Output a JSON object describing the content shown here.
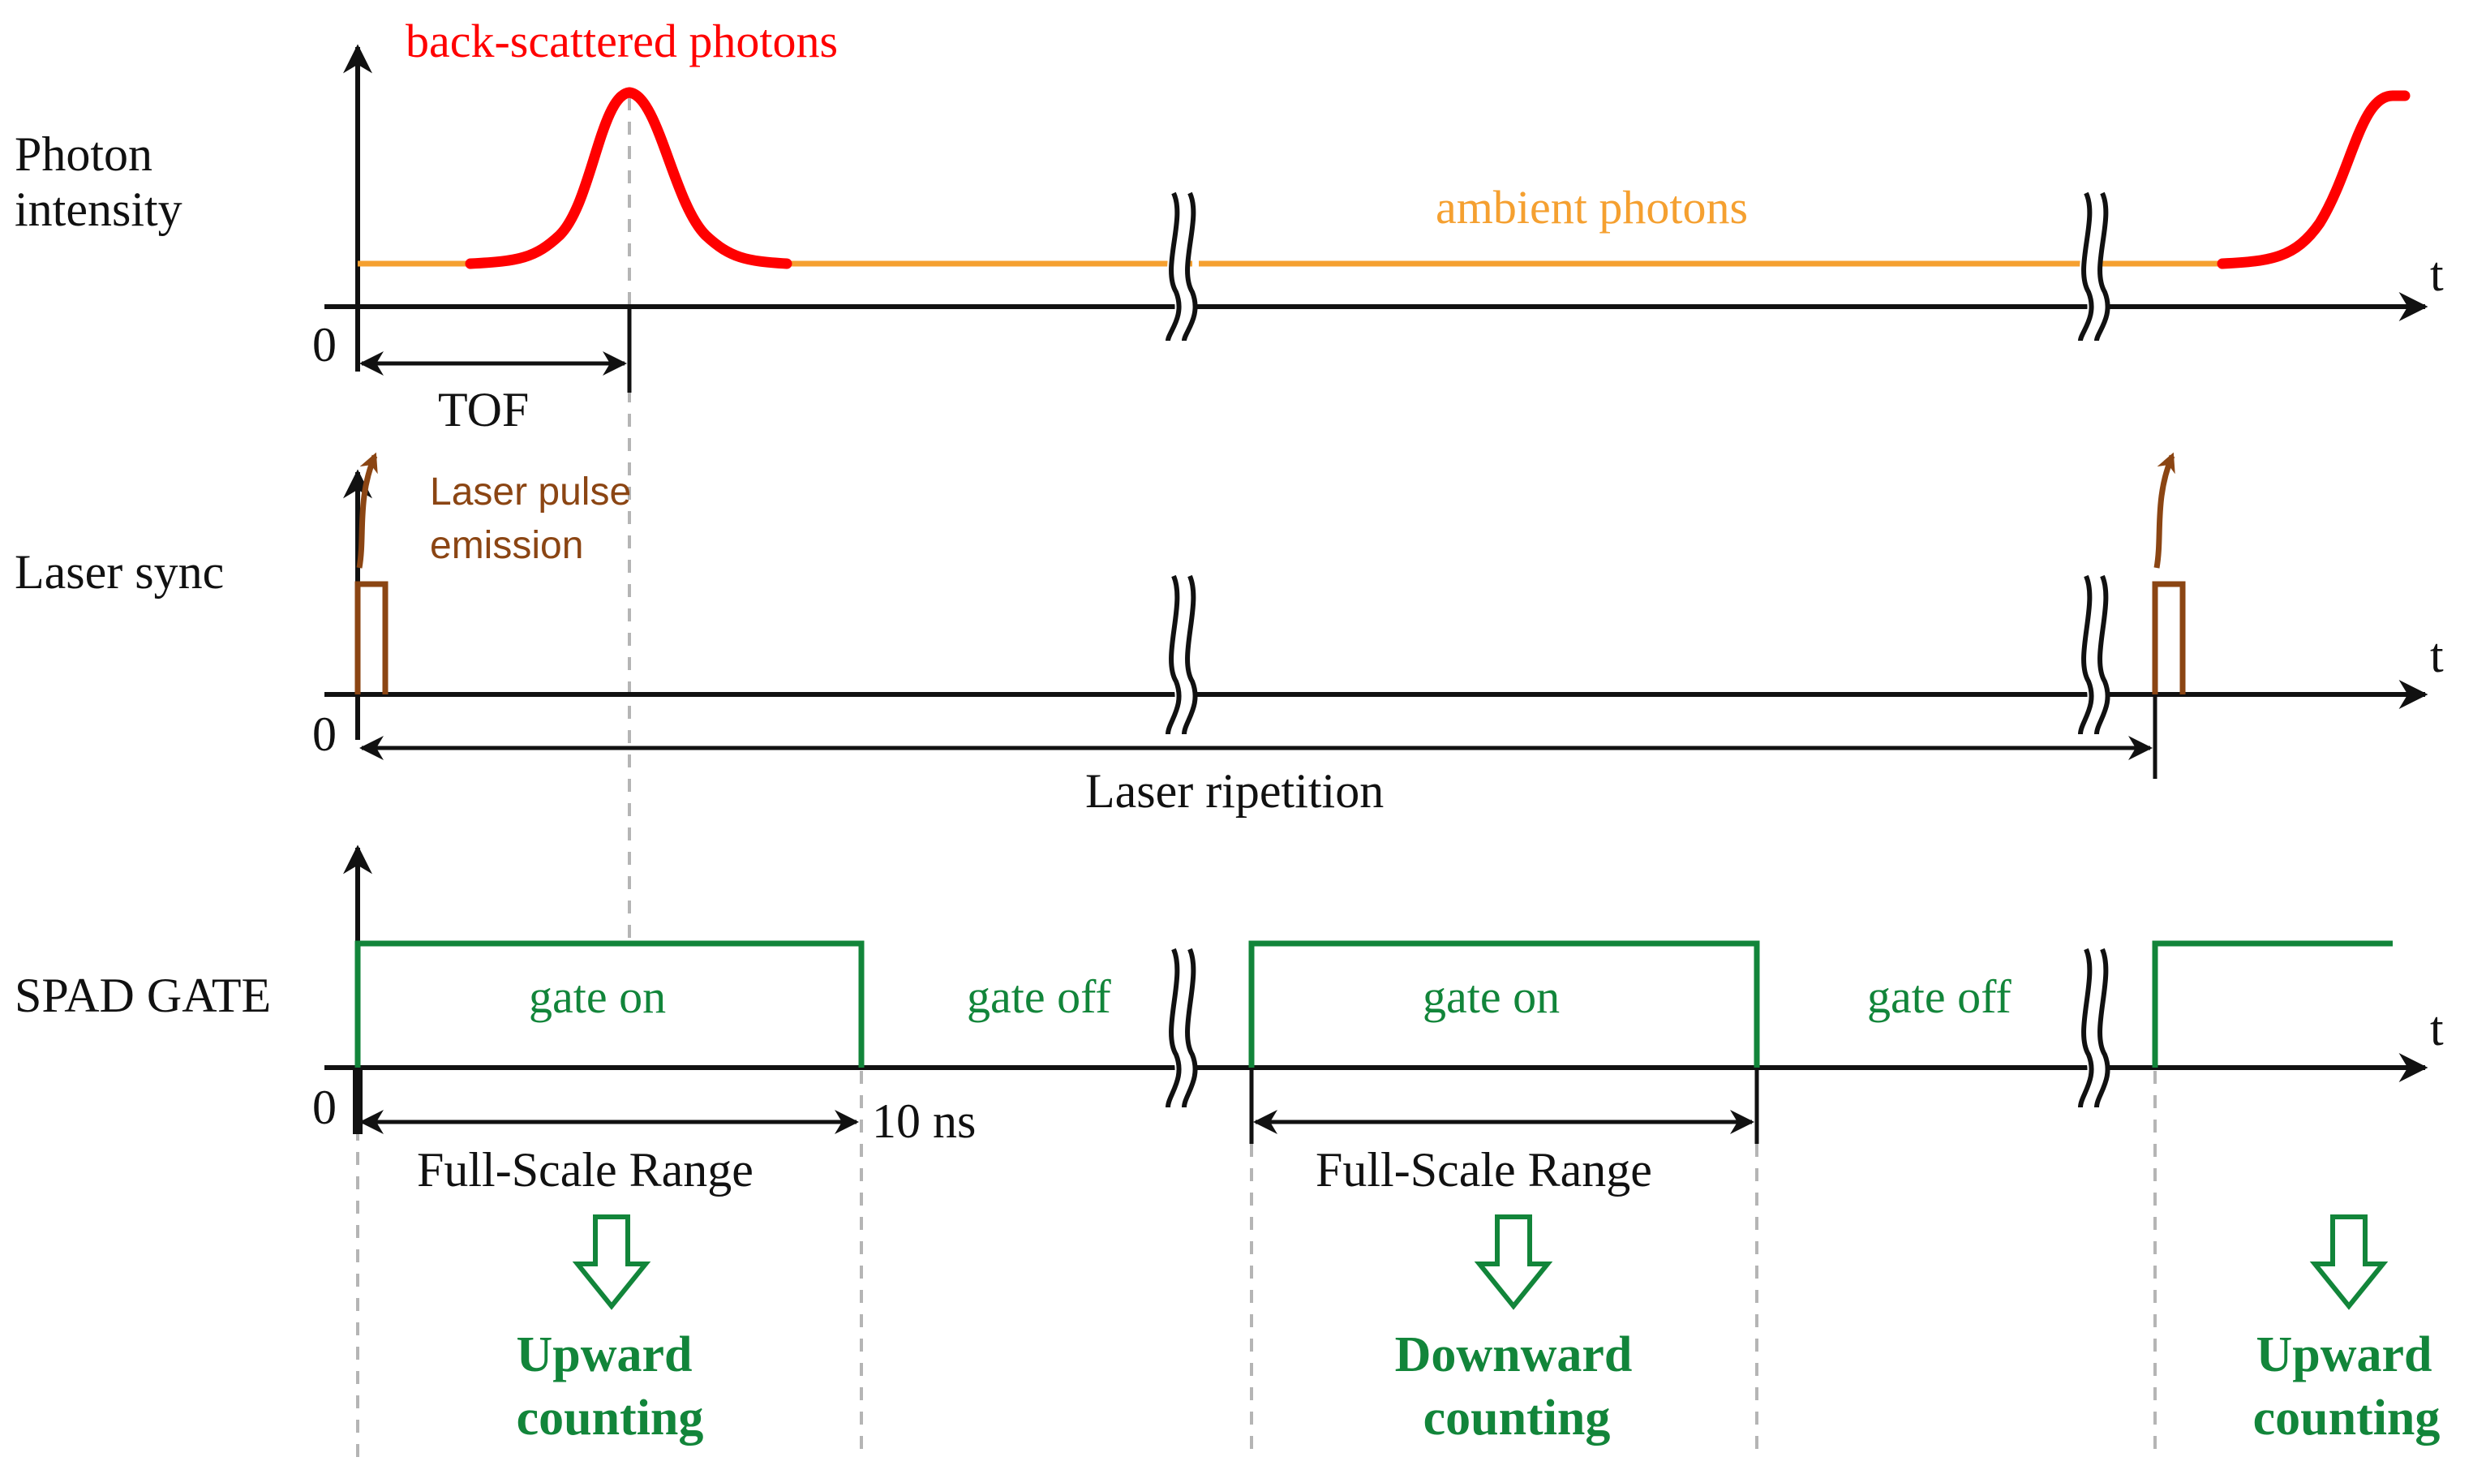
{
  "colors": {
    "axis": "#111111",
    "signal": "#ff0000",
    "ambient": "#f5a030",
    "laser": "#8b4513",
    "gate": "#12853a",
    "dashed": "#b5b5b5"
  },
  "rows": {
    "photon": {
      "label_line1": "Photon",
      "label_line2": "intensity",
      "zero": "0",
      "t": "t",
      "signal_label": "back-scattered photons",
      "ambient_label": "ambient photons",
      "tof_label": "TOF"
    },
    "laser": {
      "label": "Laser sync",
      "zero": "0",
      "t": "t",
      "emission_line1": "Laser pulse",
      "emission_line2": "emission",
      "repetition_label": "Laser ripetition"
    },
    "gate": {
      "label": "SPAD GATE",
      "zero": "0",
      "t": "t",
      "gate_on_1": "gate on",
      "gate_off_1": "gate off",
      "gate_on_2": "gate on",
      "gate_off_2": "gate off",
      "time_10ns": "10 ns",
      "fsr_1": "Full-Scale Range",
      "fsr_2": "Full-Scale Range"
    }
  },
  "counting": [
    {
      "line1": "Upward",
      "line2": "counting"
    },
    {
      "line1": "Downward",
      "line2": "counting"
    },
    {
      "line1": "Upward",
      "line2": "counting"
    }
  ]
}
